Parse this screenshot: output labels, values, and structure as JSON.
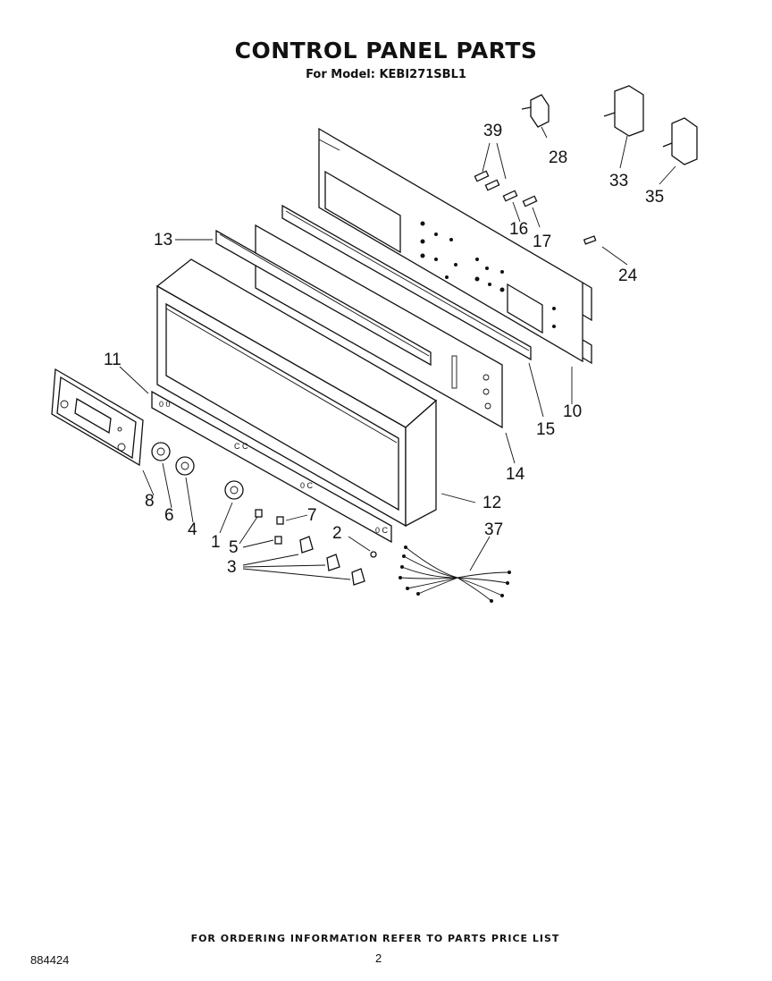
{
  "header": {
    "title": "CONTROL PANEL PARTS",
    "subtitle": "For Model: KEBI271SBL1"
  },
  "callouts": [
    "39",
    "28",
    "33",
    "35",
    "16",
    "17",
    "13",
    "24",
    "15",
    "10",
    "11",
    "14",
    "12",
    "8",
    "6",
    "4",
    "1",
    "7",
    "5",
    "2",
    "37",
    "3"
  ],
  "footer": {
    "ordering_note": "FOR ORDERING INFORMATION REFER TO PARTS PRICE LIST",
    "doc_number": "884424",
    "page_number": "2"
  }
}
